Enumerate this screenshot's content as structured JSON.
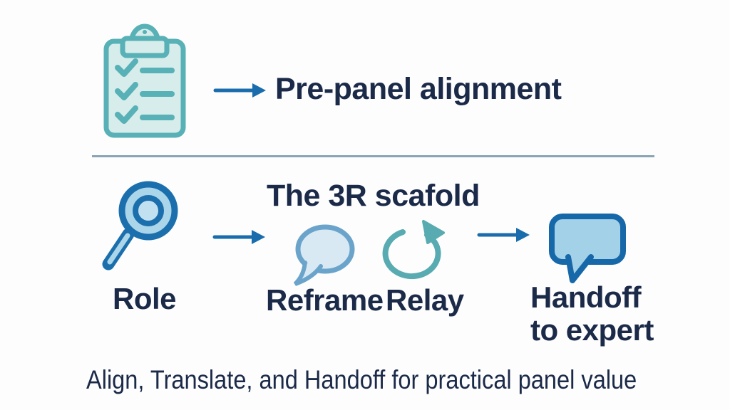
{
  "colors": {
    "background": "#fdfdfd",
    "navy": "#1b2a49",
    "arrow_blue": "#1a6dad",
    "icon_blue": "#1b6fad",
    "teal": "#57b1b6",
    "teal_light": "#d7edeb",
    "blue_light": "#abd6ea",
    "blue_light_2": "#c2e1f0",
    "bubble_border": "#6ba4cb",
    "bubble_light": "#d9e9f4",
    "relay_teal": "#58abb1",
    "handoff_border": "#1768a9",
    "handoff_fill": "#a3d1e8",
    "divider": "#8ba4b4"
  },
  "top_row": {
    "icon": "checklist-clipboard",
    "label": "Pre-panel alignment"
  },
  "scaffold": {
    "title": "The 3R scafold",
    "steps": {
      "role": "Role",
      "reframe": "Reframe",
      "relay": "Relay",
      "handoff_line1": "Handoff",
      "handoff_line2": "to expert"
    }
  },
  "caption": "Align, Translate, and Handoff for practical panel value"
}
